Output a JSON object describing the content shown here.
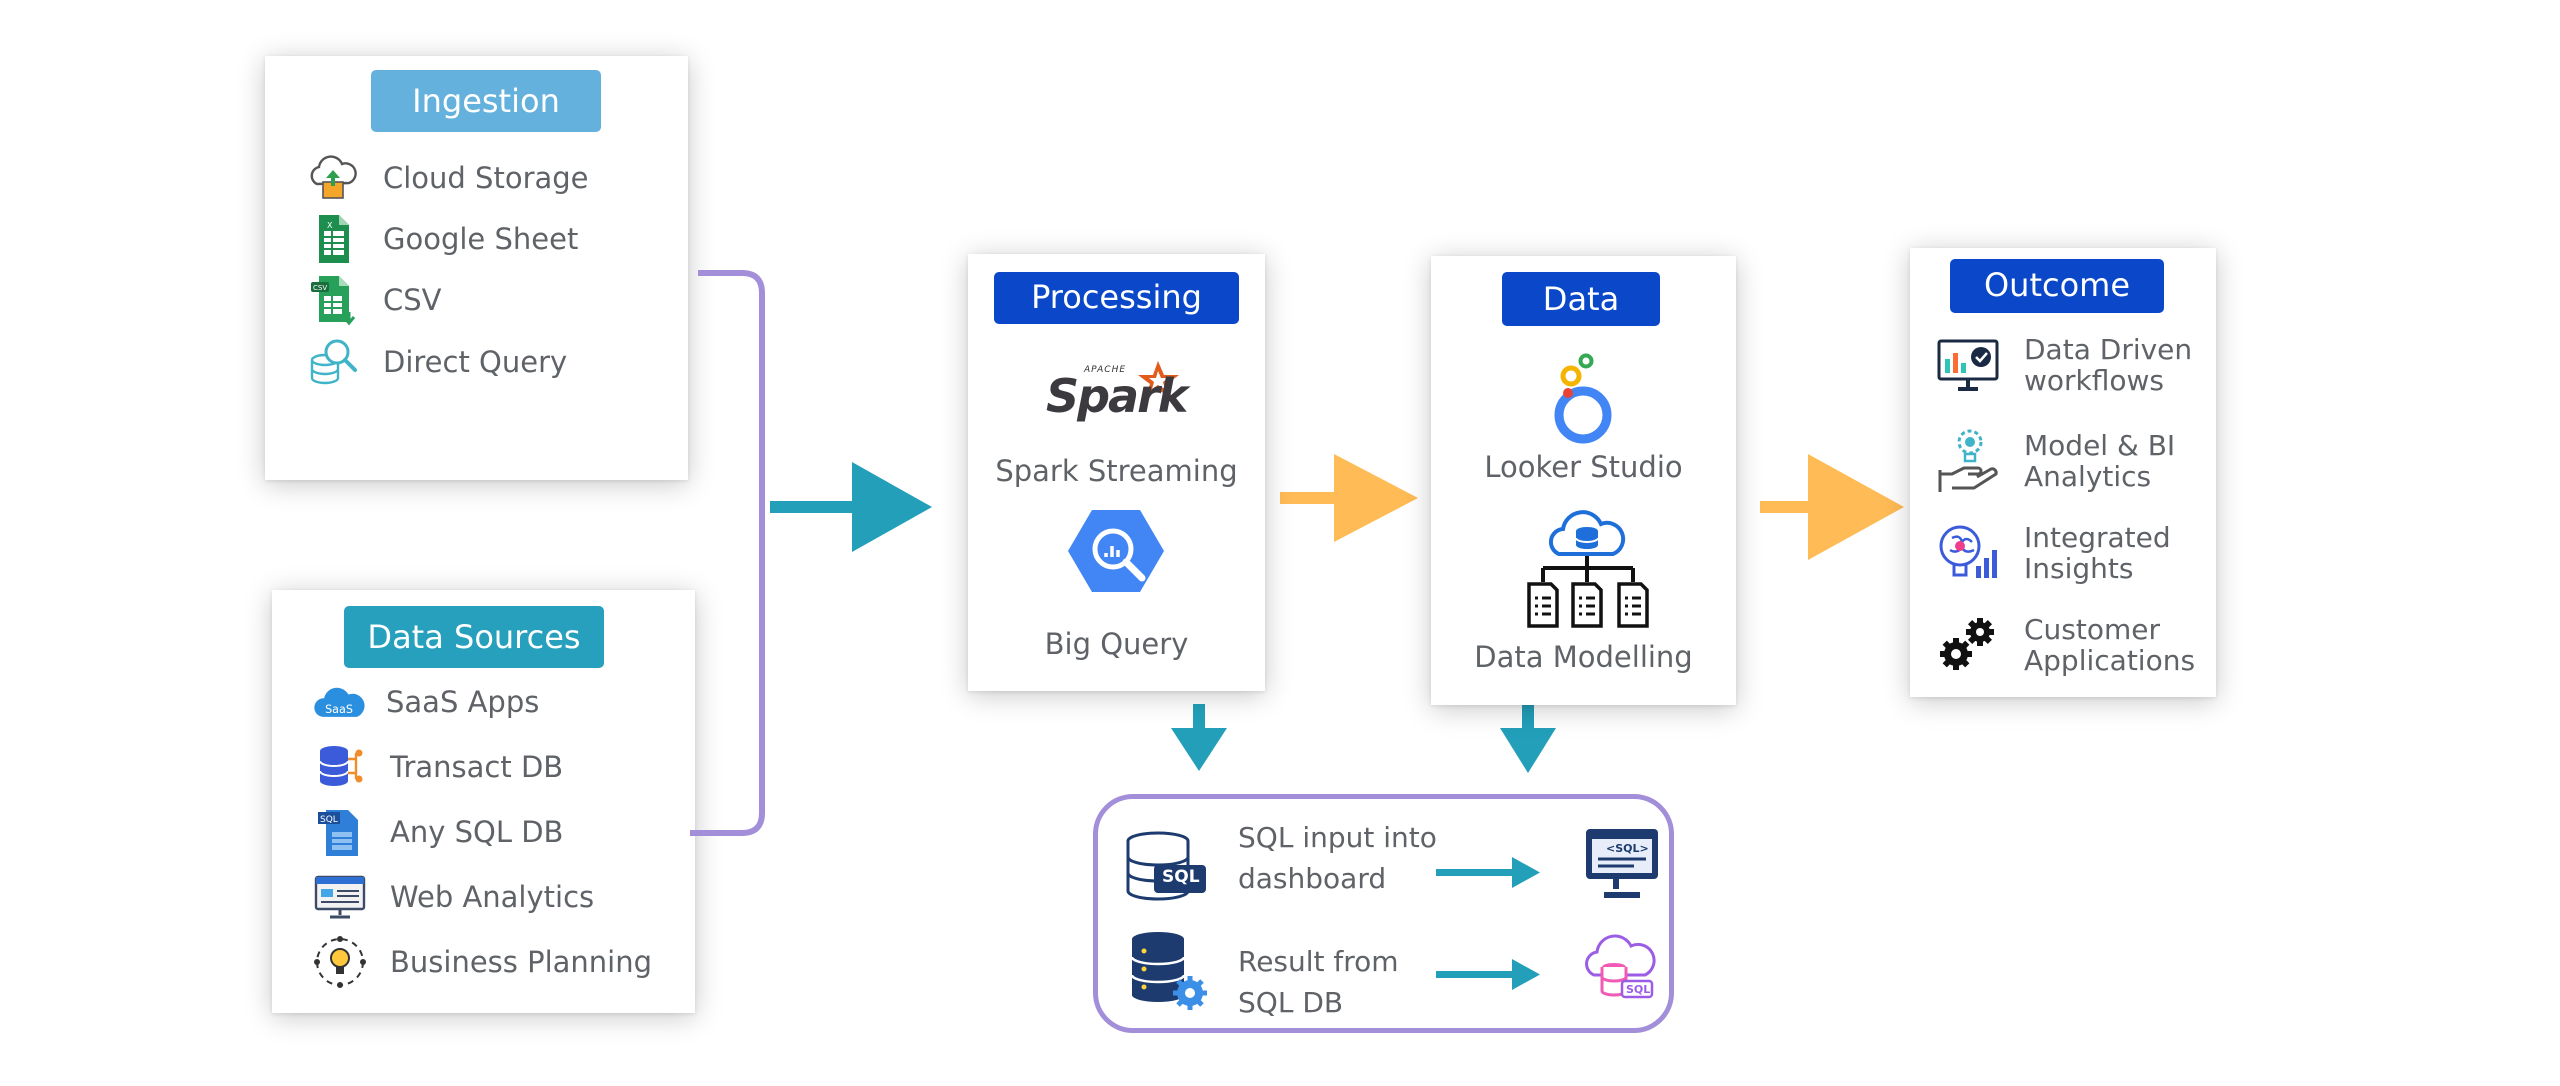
{
  "ingestion": {
    "title": "Ingestion",
    "items": [
      {
        "label": "Cloud Storage",
        "icon": "cloud-upload-icon"
      },
      {
        "label": "Google Sheet",
        "icon": "google-sheet-icon"
      },
      {
        "label": "CSV",
        "icon": "csv-file-icon"
      },
      {
        "label": "Direct Query",
        "icon": "database-search-icon"
      }
    ]
  },
  "sources": {
    "title": "Data Sources",
    "items": [
      {
        "label": "SaaS Apps",
        "icon": "saas-cloud-icon"
      },
      {
        "label": "Transact DB",
        "icon": "database-network-icon"
      },
      {
        "label": "Any SQL DB",
        "icon": "sql-file-icon"
      },
      {
        "label": "Web Analytics",
        "icon": "web-analytics-icon"
      },
      {
        "label": "Business Planning",
        "icon": "lightbulb-planning-icon"
      }
    ]
  },
  "processing": {
    "title": "Processing",
    "spark_logo_top": "APACHE",
    "spark_logo": "Spark",
    "spark_label": "Spark Streaming",
    "bigquery_label": "Big Query"
  },
  "data": {
    "title": "Data",
    "looker_label": "Looker Studio",
    "modelling_label": "Data Modelling"
  },
  "outcome": {
    "title": "Outcome",
    "items": [
      {
        "label_1": "Data Driven",
        "label_2": "workflows",
        "icon": "dashboard-monitor-icon"
      },
      {
        "label_1": "Model & BI",
        "label_2": "Analytics",
        "icon": "hand-bulb-icon"
      },
      {
        "label_1": "Integrated",
        "label_2": "Insights",
        "icon": "brain-chart-icon"
      },
      {
        "label_1": "Customer",
        "label_2": "Applications",
        "icon": "gears-icon"
      }
    ]
  },
  "sql_box": {
    "row1_line1": "SQL input into",
    "row1_line2": "dashboard",
    "row1_sql_tag": "SQL",
    "row1_monitor_tag": "<SQL>",
    "row2_line1": "Result from",
    "row2_line2": "SQL DB",
    "row2_sql_tag": "SQL"
  },
  "saas_tag": "SaaS",
  "sql_file_tag": "SQL",
  "csv_tag": "CSV",
  "colors": {
    "ingestion_header": "#63b1dc",
    "sources_header": "#26a0bd",
    "blue_header": "#0a47c9",
    "bracket": "#a38fd9",
    "teal_arrow": "#239fba",
    "orange_arrow": "#ffbb55",
    "sql_box_border": "#a38fd9"
  }
}
